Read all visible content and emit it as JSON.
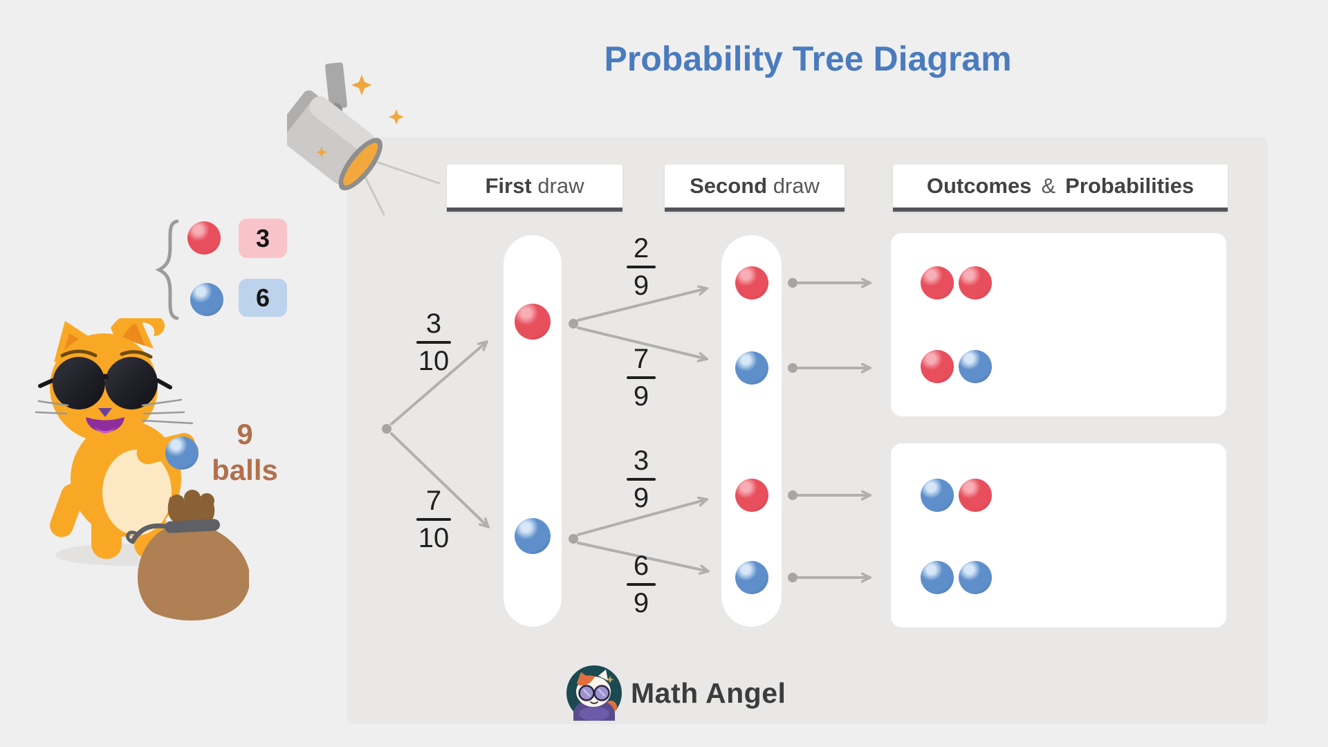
{
  "title": "Probability Tree Diagram",
  "headers": {
    "first": {
      "bold": "First",
      "regular": "draw"
    },
    "second": {
      "bold": "Second",
      "regular": "draw"
    },
    "outcomes": {
      "bold": "Outcomes",
      "amp": "&",
      "bold2": "Probabilities"
    }
  },
  "legend": {
    "items": [
      {
        "ball": "red",
        "count": "3"
      },
      {
        "ball": "blue",
        "count": "6"
      }
    ]
  },
  "mascot": {
    "count": "9",
    "label": "balls",
    "held_ball": "blue"
  },
  "tree": {
    "first_draw": [
      {
        "ball": "red",
        "prob": {
          "num": "3",
          "den": "10"
        }
      },
      {
        "ball": "blue",
        "prob": {
          "num": "7",
          "den": "10"
        }
      }
    ],
    "second_draw": [
      {
        "ball": "red",
        "prob": {
          "num": "2",
          "den": "9"
        }
      },
      {
        "ball": "blue",
        "prob": {
          "num": "7",
          "den": "9"
        }
      },
      {
        "ball": "red",
        "prob": {
          "num": "3",
          "den": "9"
        }
      },
      {
        "ball": "blue",
        "prob": {
          "num": "6",
          "den": "9"
        }
      }
    ],
    "outcomes": [
      {
        "pair": [
          "red",
          "red"
        ]
      },
      {
        "pair": [
          "red",
          "blue"
        ]
      },
      {
        "pair": [
          "blue",
          "red"
        ]
      },
      {
        "pair": [
          "blue",
          "blue"
        ]
      }
    ]
  },
  "logo": {
    "text": "Math Angel"
  },
  "colors": {
    "red": {
      "base": "#E84F5C",
      "dark": "#C8374B",
      "shine": "#F8AEB6"
    },
    "blue": {
      "base": "#5E8FCB",
      "dark": "#44699B",
      "shine": "#D7E7F8"
    },
    "badge_red_bg": "#F9C4C9",
    "badge_blue_bg": "#BDD2EC",
    "title": "#4A7BBE",
    "line": "#B1B0AF",
    "label_brown": "#B26F4C"
  }
}
